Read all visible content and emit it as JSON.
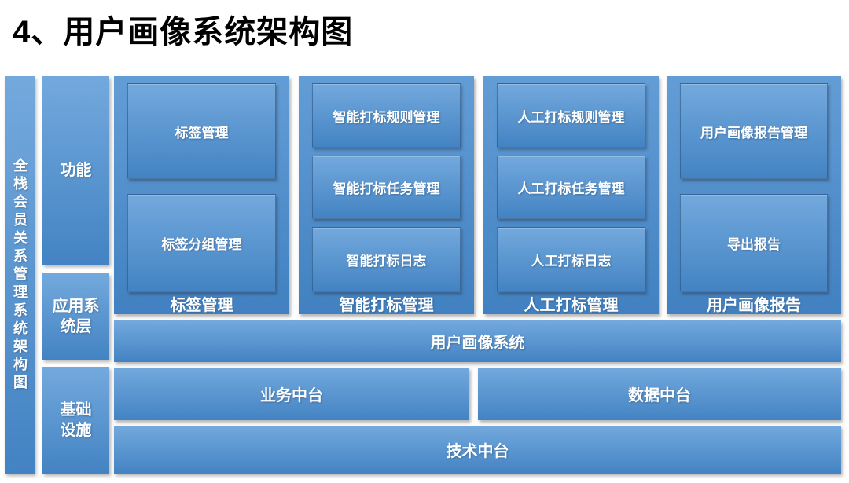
{
  "title": "4、用户画像系统架构图",
  "colors": {
    "background": "#ffffff",
    "title_text": "#000000",
    "text": "#ffffff",
    "box_top": "#73a9dd",
    "box_bottom": "#4383c3",
    "container_top": "#639dd6",
    "container_bottom": "#4181c1"
  },
  "left_bar": {
    "label": "全栈会员关系管理系统架构图"
  },
  "layers": [
    {
      "label": "功能"
    },
    {
      "label": "应用系\n统层"
    },
    {
      "label": "基础\n设施"
    }
  ],
  "groups": [
    {
      "label": "标签管理",
      "items": [
        "标签管理",
        "标签分组管理"
      ]
    },
    {
      "label": "智能打标管理",
      "items": [
        "智能打标规则管理",
        "智能打标任务管理",
        "智能打标日志"
      ]
    },
    {
      "label": "人工打标管理",
      "items": [
        "人工打标规则管理",
        "人工打标任务管理",
        "人工打标日志"
      ]
    },
    {
      "label": "用户画像报告",
      "items": [
        "用户画像报告管理",
        "导出报告"
      ]
    }
  ],
  "bars": {
    "system": "用户画像系统",
    "business": "业务中台",
    "data": "数据中台",
    "tech": "技术中台"
  }
}
